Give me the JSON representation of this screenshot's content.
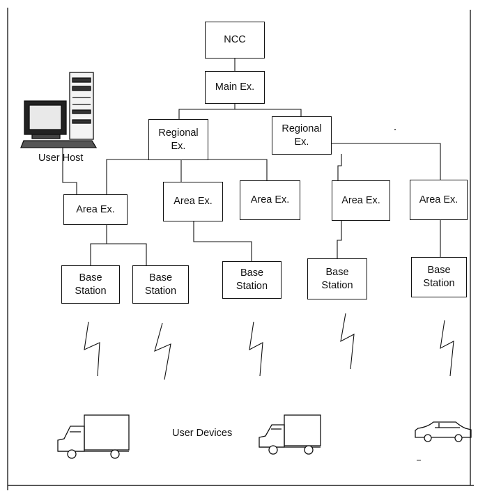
{
  "nodes": {
    "ncc": "NCC",
    "main_ex": "Main Ex.",
    "regional_ex_1": "Regional\nEx.",
    "regional_ex_2": "Regional\nEx.",
    "area_ex_1": "Area Ex.",
    "area_ex_2": "Area Ex.",
    "area_ex_3": "Area Ex.",
    "area_ex_4": "Area Ex.",
    "area_ex_5": "Area Ex.",
    "base_station_1": "Base\nStation",
    "base_station_2": "Base\nStation",
    "base_station_3": "Base\nStation",
    "base_station_4": "Base\nStation",
    "base_station_5": "Base\nStation"
  },
  "labels": {
    "user_host": "User Host",
    "user_devices": "User Devices"
  },
  "icons": {
    "user_host": "computer-icon",
    "devices": [
      "truck-icon",
      "truck-icon",
      "car-icon"
    ],
    "links": "lightning-bolt-icon"
  }
}
